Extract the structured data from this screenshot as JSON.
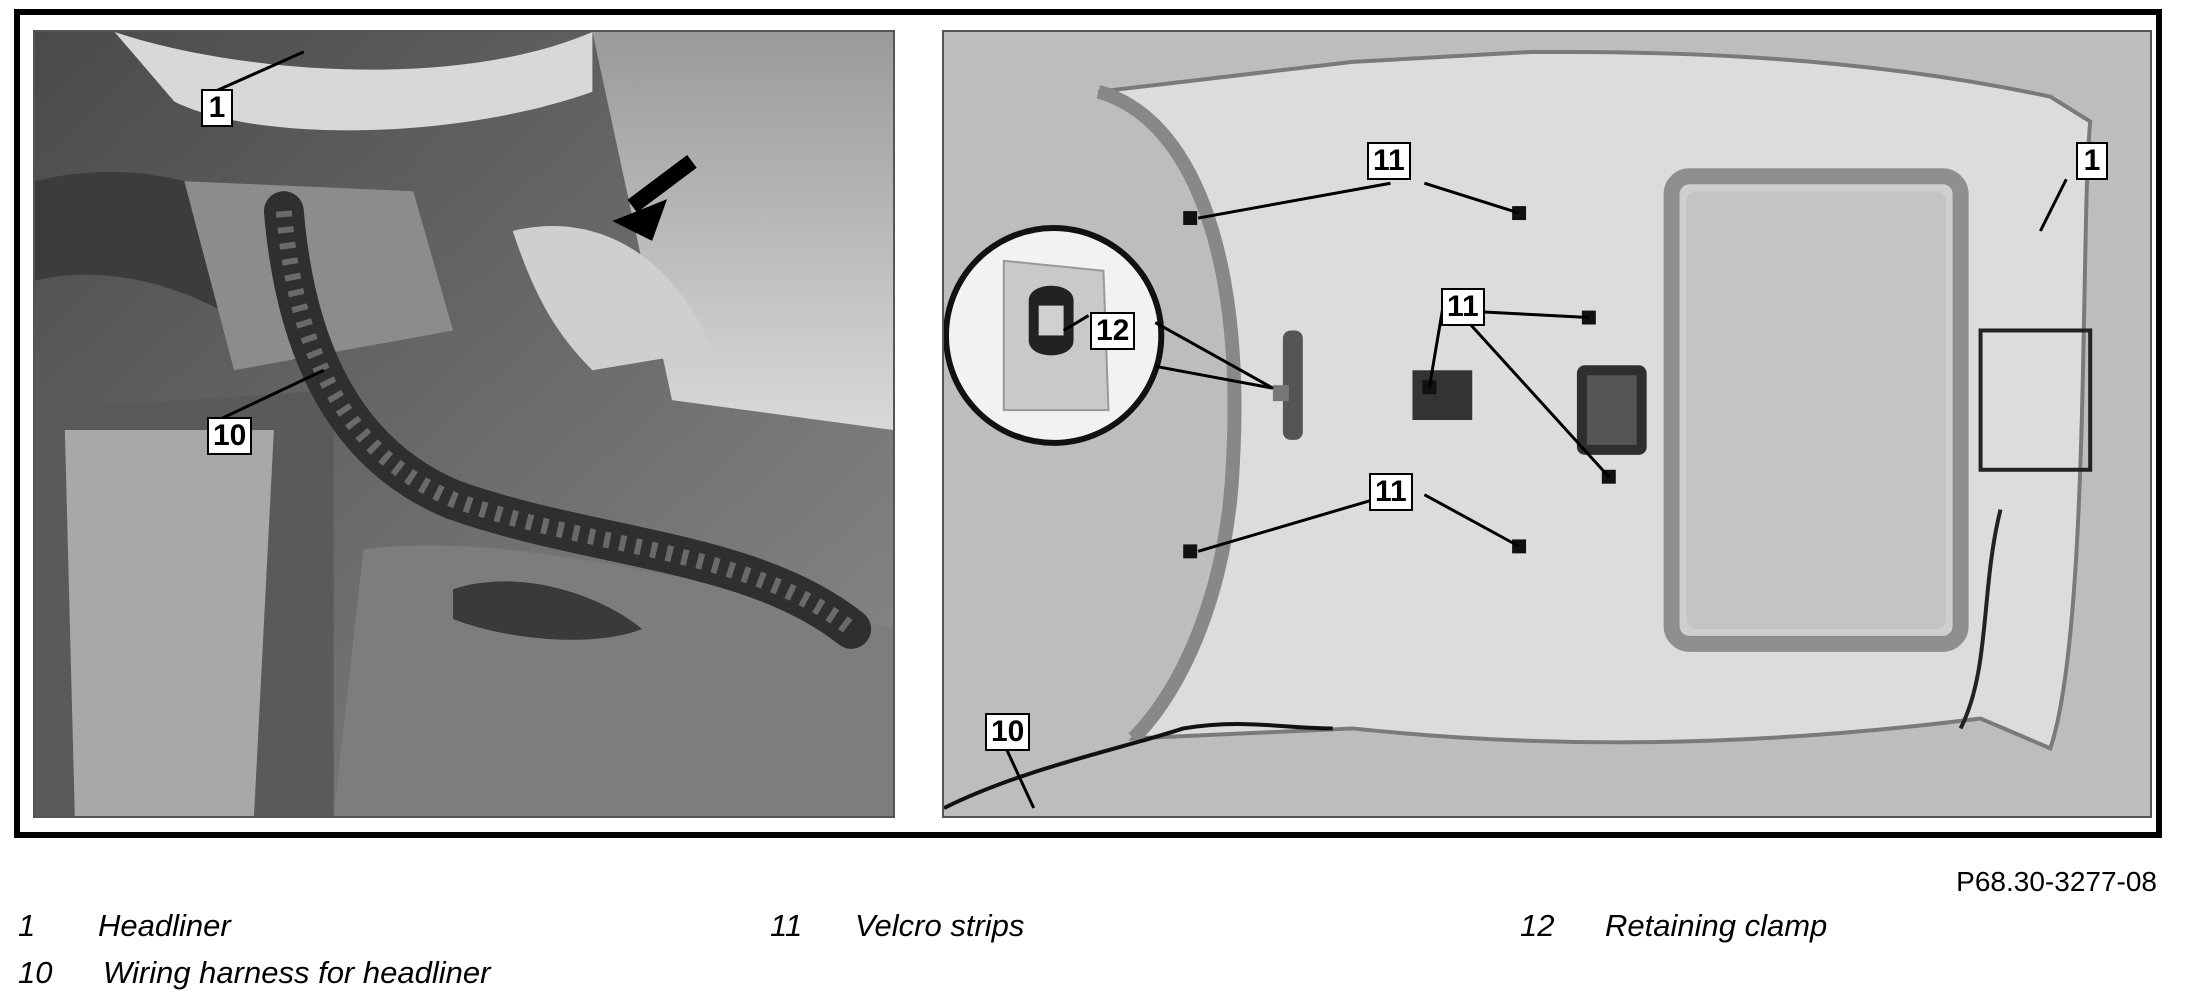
{
  "figure_id": "P68.30-3277-08",
  "left_callouts": {
    "headliner": "1",
    "wiring_harness": "10"
  },
  "right_callouts": {
    "headliner": "1",
    "velcro_a": "11",
    "velcro_b": "11",
    "velcro_c": "11",
    "retaining_clamp": "12",
    "wiring_harness": "10"
  },
  "legend": [
    {
      "number": "1",
      "text": "Headliner"
    },
    {
      "number": "11",
      "text": "Velcro strips"
    },
    {
      "number": "12",
      "text": "Retaining clamp"
    },
    {
      "number": "10",
      "text": "Wiring harness for headliner"
    }
  ]
}
